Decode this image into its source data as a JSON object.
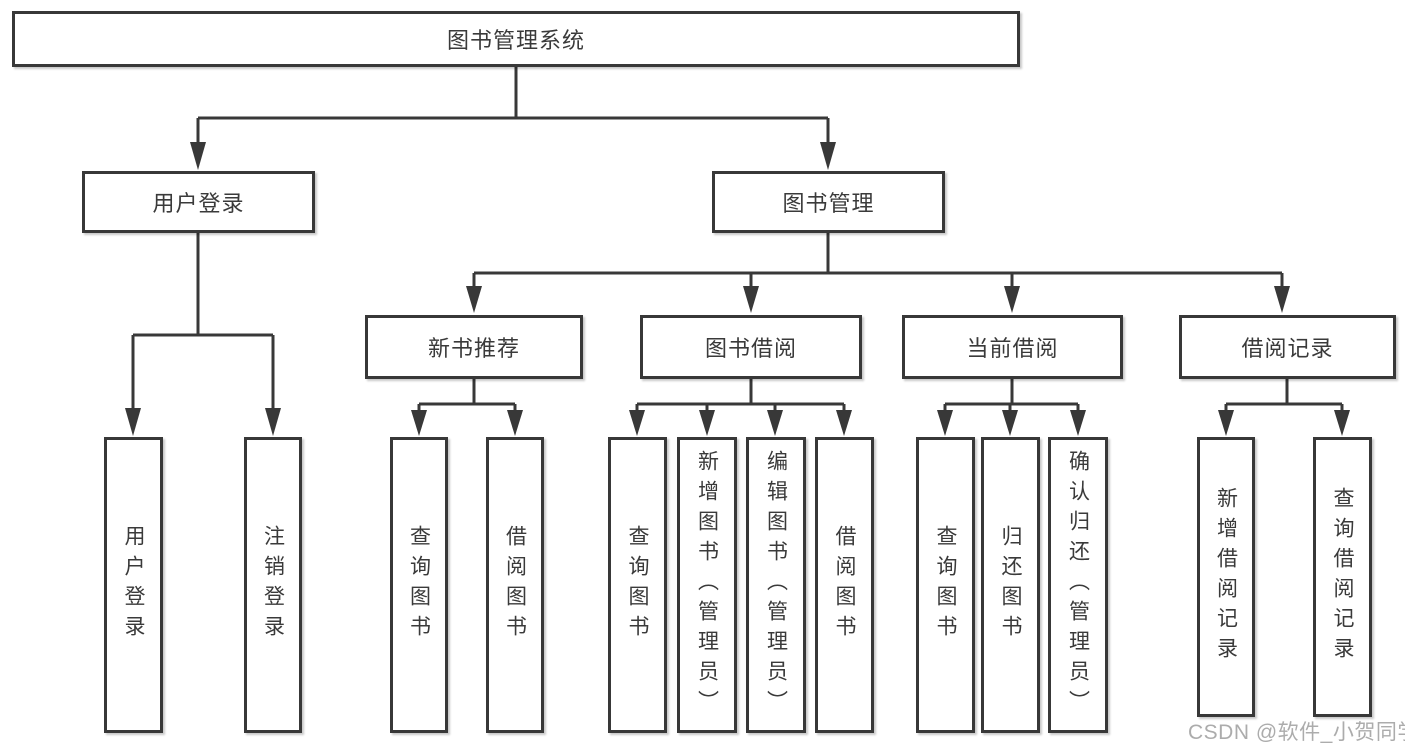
{
  "tree": {
    "root": "图书管理系统",
    "branches": [
      {
        "label": "用户登录",
        "children": [
          "用户登录",
          "注销登录"
        ]
      },
      {
        "label": "图书管理",
        "sections": [
          {
            "label": "新书推荐",
            "children": [
              "查询图书",
              "借阅图书"
            ]
          },
          {
            "label": "图书借阅",
            "children": [
              "查询图书",
              "新增图书（管理员）",
              "编辑图书（管理员）",
              "借阅图书"
            ]
          },
          {
            "label": "当前借阅",
            "children": [
              "查询图书",
              "归还图书",
              "确认归还（管理员）"
            ]
          },
          {
            "label": "借阅记录",
            "children": [
              "新增借阅记录",
              "查询借阅记录"
            ]
          }
        ]
      }
    ]
  },
  "watermark": "CSDN @软件_小贺同学",
  "colors": {
    "line": "#383838",
    "border": "#383838",
    "text": "#3a3a3a",
    "watermark": "#acacac",
    "background": "#ffffff"
  }
}
